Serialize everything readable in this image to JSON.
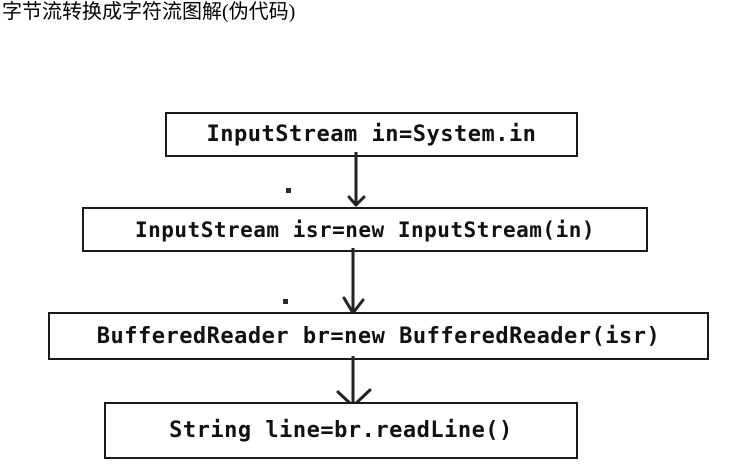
{
  "document": {
    "title": "字节流转换成字符流图解(伪代码)"
  },
  "diagram": {
    "type": "flowchart",
    "orientation": "vertical",
    "nodes": [
      {
        "id": "node-1",
        "label": "InputStream in=System.in",
        "shape": "rectangle"
      },
      {
        "id": "node-2",
        "label": "InputStream isr=new InputStream(in)",
        "shape": "rectangle"
      },
      {
        "id": "node-3",
        "label": "BufferedReader br=new BufferedReader(isr)",
        "shape": "rectangle"
      },
      {
        "id": "node-4",
        "label": "String line=br.readLine()",
        "shape": "rectangle"
      }
    ],
    "edges": [
      {
        "id": "edge-1",
        "from": "node-1",
        "to": "node-2",
        "style": "arrow-down"
      },
      {
        "id": "edge-2",
        "from": "node-2",
        "to": "node-3",
        "style": "arrow-down"
      },
      {
        "id": "edge-3",
        "from": "node-3",
        "to": "node-4",
        "style": "arrow-down"
      }
    ],
    "colors": {
      "border": "#1a1a1a",
      "text": "#111111",
      "background": "#ffffff",
      "arrow": "#222222"
    }
  }
}
